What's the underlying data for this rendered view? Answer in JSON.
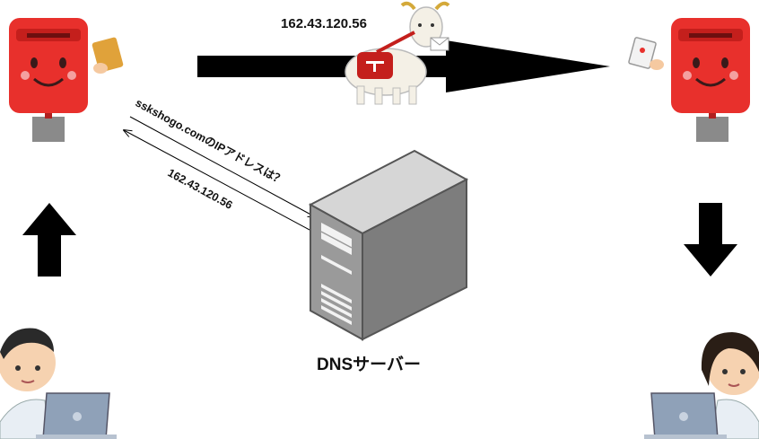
{
  "labels": {
    "top_ip": "162.43.120.56",
    "dns_query": "sskshogo.comのIPアドレスは？",
    "dns_answer": "162.43.120.56",
    "dns_server": "DNSサーバー"
  },
  "icons": {
    "left_mailbox": "red-postbox-with-card",
    "right_mailbox": "red-postbox-with-letter",
    "goat": "goat-mail-carrier",
    "server": "dns-server-tower",
    "left_person": "man-with-laptop",
    "right_person": "woman-with-laptop",
    "up_arrow": "arrow-up",
    "down_arrow": "arrow-down",
    "main_arrow": "arrow-right"
  },
  "colors": {
    "postbox": "#e8302c",
    "arrow": "#000000",
    "server_front": "#9a9a9a",
    "server_side": "#7d7d7d",
    "laptop": "#8fa1b8"
  }
}
